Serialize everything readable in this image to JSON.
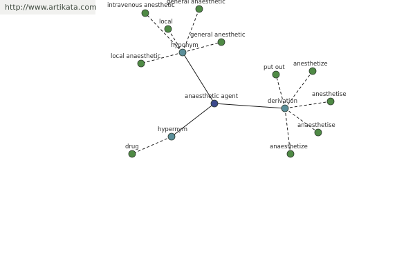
{
  "source_link": "http://www.artikata.com",
  "colors": {
    "center_node": "#3c4a8c",
    "relation_node": "#5b8f9a",
    "term_node": "#4f8a45"
  },
  "graph": {
    "center": {
      "label": "anaesthetic agent"
    },
    "relations": [
      {
        "id": "hyponym",
        "label": "hyponym",
        "terms": [
          {
            "id": "intravenous-anesthetic",
            "label": "intravenous anesthetic"
          },
          {
            "id": "local",
            "label": "local"
          },
          {
            "id": "general-anaesthetic",
            "label": "general anaesthetic"
          },
          {
            "id": "general-anesthetic",
            "label": "general anesthetic"
          },
          {
            "id": "local-anaesthetic",
            "label": "local anaesthetic"
          }
        ]
      },
      {
        "id": "hypernym",
        "label": "hypernym",
        "terms": [
          {
            "id": "drug",
            "label": "drug"
          }
        ]
      },
      {
        "id": "derivation",
        "label": "derivation",
        "terms": [
          {
            "id": "put-out",
            "label": "put out"
          },
          {
            "id": "anesthetize",
            "label": "anesthetize"
          },
          {
            "id": "anesthetise",
            "label": "anesthetise"
          },
          {
            "id": "anaesthetise",
            "label": "anaesthetise"
          },
          {
            "id": "anaesthetize",
            "label": "anaesthetize"
          }
        ]
      }
    ]
  }
}
